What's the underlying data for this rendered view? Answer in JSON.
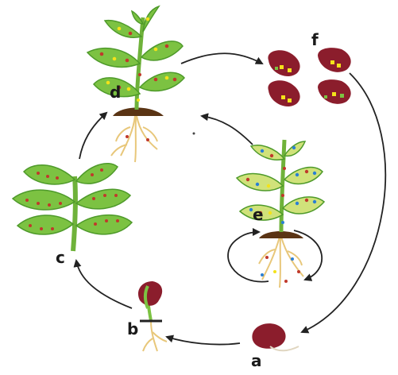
{
  "diagram": {
    "stage_labels": {
      "a": "a",
      "b": "b",
      "c": "c",
      "d": "d",
      "e": "e",
      "f": "f"
    },
    "colors": {
      "leaf": "#7cc242",
      "leaf_edge": "#4e9a2a",
      "stem": "#6fb23a",
      "spot_red": "#c0392b",
      "spot_yellow": "#f3e21a",
      "spot_blue": "#2a7fd4",
      "seed": "#8b1d2c",
      "soil": "#5a3414",
      "root": "#e8c77a",
      "arrow": "#222222"
    },
    "icons": [
      "seed-icon",
      "sprout-icon",
      "leafy-plant-icon",
      "mature-plant-icon",
      "infected-plant-icon",
      "seed-pods-icon"
    ]
  }
}
